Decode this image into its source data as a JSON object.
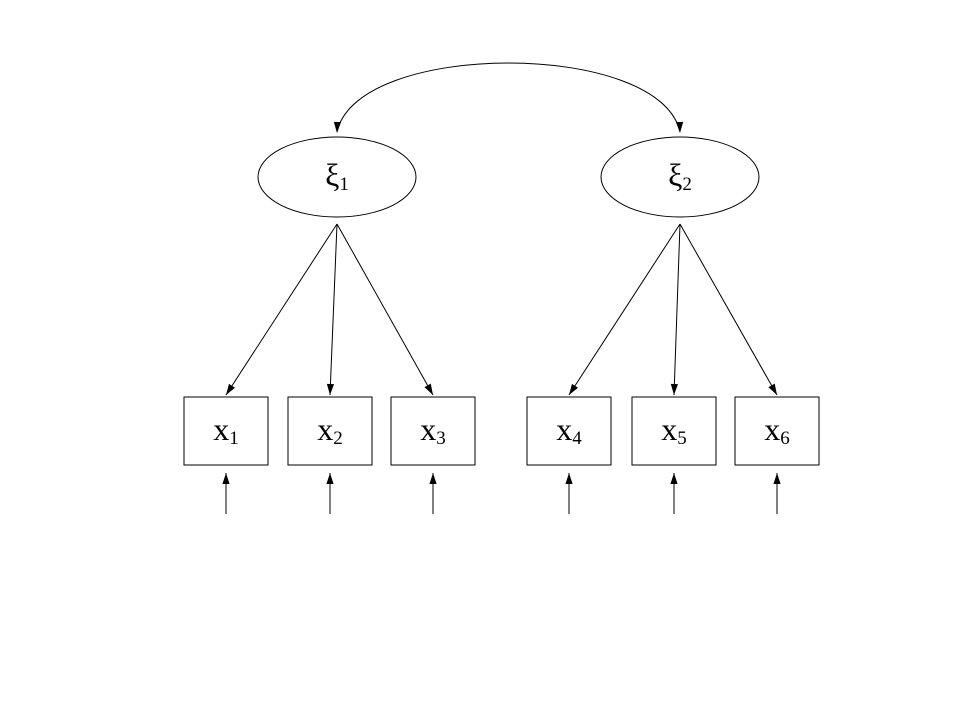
{
  "latent_variables": [
    {
      "id": "xi1",
      "symbol": "ξ",
      "subscript": "1"
    },
    {
      "id": "xi2",
      "symbol": "ξ",
      "subscript": "2"
    }
  ],
  "observed_variables": [
    {
      "id": "x1",
      "symbol": "x",
      "subscript": "1",
      "factor": "xi1"
    },
    {
      "id": "x2",
      "symbol": "x",
      "subscript": "2",
      "factor": "xi1"
    },
    {
      "id": "x3",
      "symbol": "x",
      "subscript": "3",
      "factor": "xi1"
    },
    {
      "id": "x4",
      "symbol": "x",
      "subscript": "4",
      "factor": "xi2"
    },
    {
      "id": "x5",
      "symbol": "x",
      "subscript": "5",
      "factor": "xi2"
    },
    {
      "id": "x6",
      "symbol": "x",
      "subscript": "6",
      "factor": "xi2"
    }
  ],
  "covariances": [
    {
      "from": "xi1",
      "to": "xi2"
    }
  ],
  "error_terms": [
    "x1",
    "x2",
    "x3",
    "x4",
    "x5",
    "x6"
  ],
  "colors": {
    "line": "#000000",
    "background": "#ffffff"
  }
}
